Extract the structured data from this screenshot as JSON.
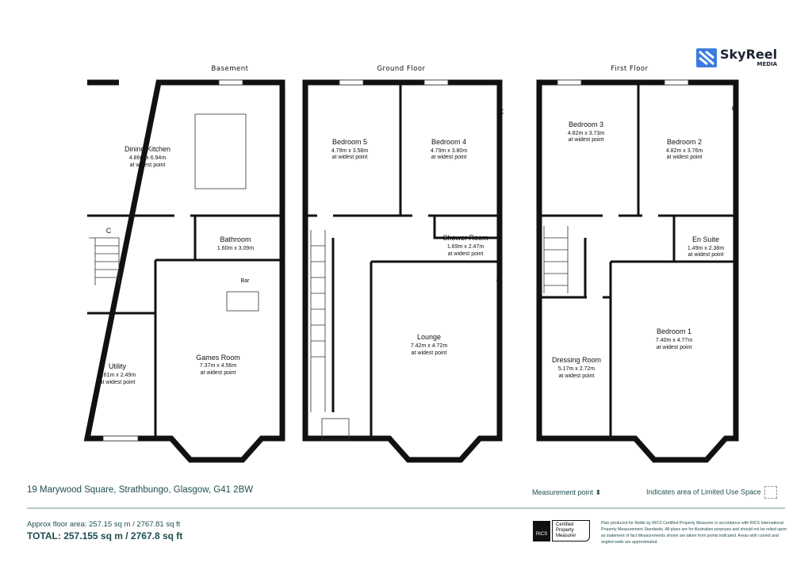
{
  "brand": {
    "name": "SkyReel",
    "sub": "MEDIA",
    "color": "#3b7be0"
  },
  "floors": [
    {
      "title": "Basement",
      "rooms": [
        {
          "name": "Dining Kitchen",
          "dims": "4.86m x 6.94m",
          "note": "at widest point"
        },
        {
          "name": "Bathroom",
          "dims": "1.60m x 3.09m"
        },
        {
          "name": "Bar"
        },
        {
          "name": "Games Room",
          "dims": "7.37m x 4.56m",
          "note": "at widest point"
        },
        {
          "name": "Utility",
          "dims": "4.61m x 2.49m",
          "note": "at widest point"
        },
        {
          "name": "C"
        }
      ]
    },
    {
      "title": "Ground Floor",
      "rooms": [
        {
          "name": "Bedroom 5",
          "dims": "4.79m x 3.58m",
          "note": "at widest point"
        },
        {
          "name": "Bedroom 4",
          "dims": "4.79m x 3.80m",
          "note": "at widest point"
        },
        {
          "name": "Shower Room",
          "dims": "1.69m x 2.47m",
          "note": "at widest point"
        },
        {
          "name": "Lounge",
          "dims": "7.42m x 4.72m",
          "note": "at widest point"
        },
        {
          "name": "C"
        },
        {
          "name": "C"
        }
      ]
    },
    {
      "title": "First Floor",
      "rooms": [
        {
          "name": "Bedroom 3",
          "dims": "4.82m x 3.73m",
          "note": "at widest point"
        },
        {
          "name": "Bedroom 2",
          "dims": "4.82m x 3.76m",
          "note": "at widest point"
        },
        {
          "name": "En Suite",
          "dims": "1.49m x 2.38m",
          "note": "at widest point"
        },
        {
          "name": "Bedroom 1",
          "dims": "7.40m x 4.77m",
          "note": "at widest point"
        },
        {
          "name": "Dressing Room",
          "dims": "5.17m x 2.72m",
          "note": "at widest point"
        },
        {
          "name": "C"
        }
      ]
    }
  ],
  "footer": {
    "address": "19 Marywood Square, Strathbungo, Glasgow, G41 2BW",
    "measurement_point": "Measurement point",
    "limited_use": "Indicates area of Limited Use Space",
    "approx_area": "Approx floor area: 257.15 sq m / 2767.81 sq ft",
    "total": "TOTAL: 257.155 sq m / 2767.8 sq ft",
    "rics_logo": "RICS",
    "rics_badge": "Certified Property Measurer",
    "disclaimer": "Plan produced for Rettie by RICS Certified Property Measurer in accordance with RICS International Property Measurement Standards. All plans are for illustration purposes and should not be relied upon as statement of fact Measurements shown are taken from points indicated. Areas with curved and angled walls are approximated."
  }
}
